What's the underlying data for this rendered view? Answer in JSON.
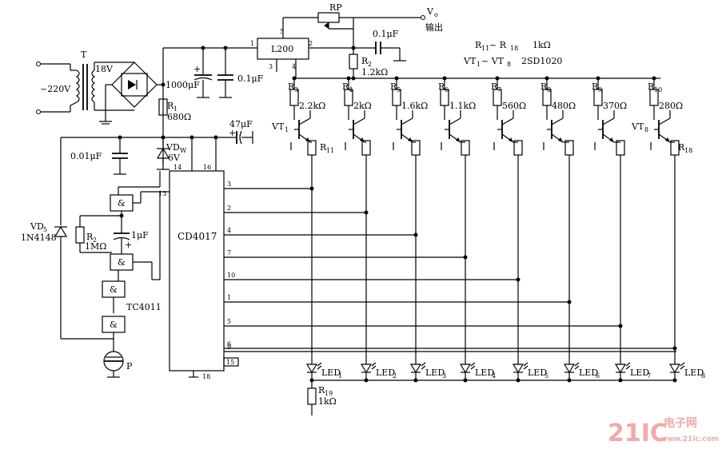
{
  "labels": {
    "vo": "V",
    "vo_sub": "o",
    "output": "输出",
    "rp": "RP",
    "l200": "L200",
    "pin1": "1",
    "pin2": "2",
    "pin3": "3",
    "pin4": "4",
    "pin5": "5",
    "c_out": "0.1μF",
    "r2_top": "R",
    "r2_top_sub": "2",
    "r2_top_val": "1.2kΩ",
    "spec1": "R",
    "spec1_sub_a": "11",
    "spec1_mid": " ~ R",
    "spec1_sub_b": "18",
    "spec1_val": "1kΩ",
    "spec2": "VT",
    "spec2_sub_a": "1",
    "spec2_mid": " ~ VT",
    "spec2_sub_b": "8",
    "spec2_val": "2SD1020",
    "transformer": "T",
    "mains": "~220V",
    "v18": "18V",
    "c1000": "1000μF",
    "c01": "0.1μF",
    "r1": "R",
    "r1_sub": "1",
    "r1_val": "680Ω",
    "c47": "47μF",
    "c001": "0.01μF",
    "vdw": "VD",
    "vdw_sub": "W",
    "vdw_val": "6V",
    "p14": "14",
    "p16": "16",
    "p13": "13",
    "p15": "15",
    "p18": "18",
    "ic": "CD4017",
    "vd5": "VD",
    "vd5_sub": "5",
    "vd5_val": "1N4148",
    "r2b": "R",
    "r2b_sub": "2",
    "r2b_val": "1MΩ",
    "c1u": "1μF",
    "plus": "+",
    "gate": "&",
    "tc": "TC4011",
    "mic": "P",
    "vt1": "VT",
    "vt1_sub": "1",
    "vt8": "VT",
    "vt8_sub": "8",
    "r11": "R",
    "r11_sub": "11",
    "r18": "R",
    "r18_sub": "18",
    "r19": "R",
    "r19_sub": "19",
    "r19_val": "1kΩ",
    "watermark": "21IC",
    "watermark_cn": "电子网",
    "watermark_url": "www.21ic.com"
  },
  "stage_resistors": [
    {
      "name": "R",
      "sub": "3",
      "value": "2.2kΩ"
    },
    {
      "name": "R",
      "sub": "4",
      "value": "2kΩ"
    },
    {
      "name": "R",
      "sub": "5",
      "value": "1.6kΩ"
    },
    {
      "name": "R",
      "sub": "6",
      "value": "1.1kΩ"
    },
    {
      "name": "R",
      "sub": "7",
      "value": "560Ω"
    },
    {
      "name": "R",
      "sub": "8",
      "value": "480Ω"
    },
    {
      "name": "R",
      "sub": "9",
      "value": "370Ω"
    },
    {
      "name": "R",
      "sub": "10",
      "value": "280Ω"
    }
  ],
  "ic_outputs": [
    "3",
    "2",
    "4",
    "7",
    "10",
    "1",
    "5",
    "6",
    "9"
  ],
  "leds": [
    {
      "name": "LED",
      "sub": "1"
    },
    {
      "name": "LED",
      "sub": "2"
    },
    {
      "name": "LED",
      "sub": "3"
    },
    {
      "name": "LED",
      "sub": "4"
    },
    {
      "name": "LED",
      "sub": "5"
    },
    {
      "name": "LED",
      "sub": "6"
    },
    {
      "name": "LED",
      "sub": "7"
    },
    {
      "name": "LED",
      "sub": "8"
    }
  ]
}
